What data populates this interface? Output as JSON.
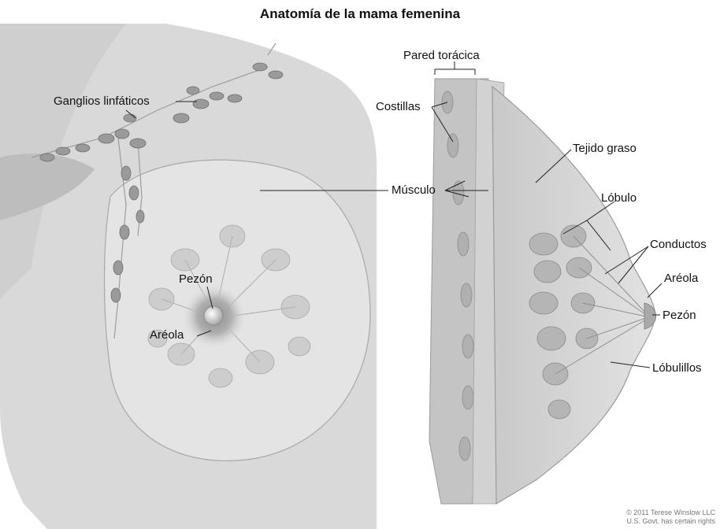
{
  "title": "Anatomía de la mama femenina",
  "labels": {
    "ganglios": "Ganglios linfáticos",
    "pezon_front": "Pezón",
    "areola_front": "Aréola",
    "pared": "Pared torácica",
    "costillas": "Costillas",
    "tejido": "Tejido graso",
    "musculo": "Músculo",
    "lobulo": "Lóbulo",
    "conductos": "Conductos",
    "areola_side": "Aréola",
    "pezon_side": "Pezón",
    "lobulillos": "Lóbulillos"
  },
  "credit": {
    "line1": "© 2011 Terese Winslow LLC",
    "line2": "U.S. Govt. has certain rights"
  },
  "colors": {
    "skin": "#d6d6d6",
    "skin_light": "#e6e6e6",
    "node": "#9a9a9a",
    "gland": "#b8b8b8",
    "leader": "#222222"
  }
}
